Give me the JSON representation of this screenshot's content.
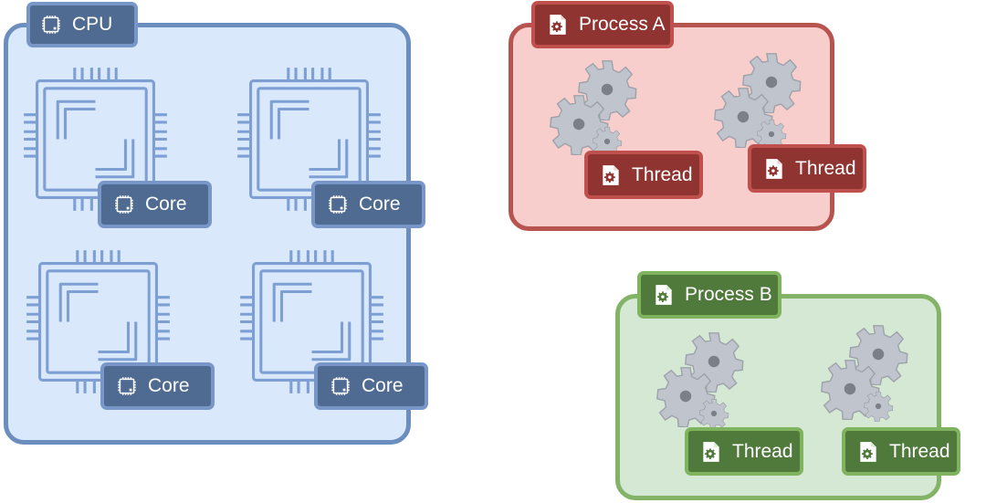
{
  "colors": {
    "cpu_fill": "#dae8fc",
    "cpu_stroke": "#6c8ebf",
    "cpu_label": "#506b92",
    "process_a_fill": "#f8cecc",
    "process_a_stroke": "#b85450",
    "process_a_label": "#8f3431",
    "process_b_fill": "#d5e8d4",
    "process_b_stroke": "#82b366",
    "process_b_label": "#4f7a3c",
    "gear": "#c0c4cc"
  },
  "cpu": {
    "label": "CPU",
    "icon": "chip-icon",
    "cores": [
      {
        "label": "Core",
        "icon": "chip-icon"
      },
      {
        "label": "Core",
        "icon": "chip-icon"
      },
      {
        "label": "Core",
        "icon": "chip-icon"
      },
      {
        "label": "Core",
        "icon": "chip-icon"
      }
    ]
  },
  "process_a": {
    "label": "Process A",
    "icon": "gear-file-icon",
    "threads": [
      {
        "label": "Thread",
        "icon": "gear-file-icon"
      },
      {
        "label": "Thread",
        "icon": "gear-file-icon"
      }
    ]
  },
  "process_b": {
    "label": "Process B",
    "icon": "gear-file-icon",
    "threads": [
      {
        "label": "Thread",
        "icon": "gear-file-icon"
      },
      {
        "label": "Thread",
        "icon": "gear-file-icon"
      }
    ]
  }
}
